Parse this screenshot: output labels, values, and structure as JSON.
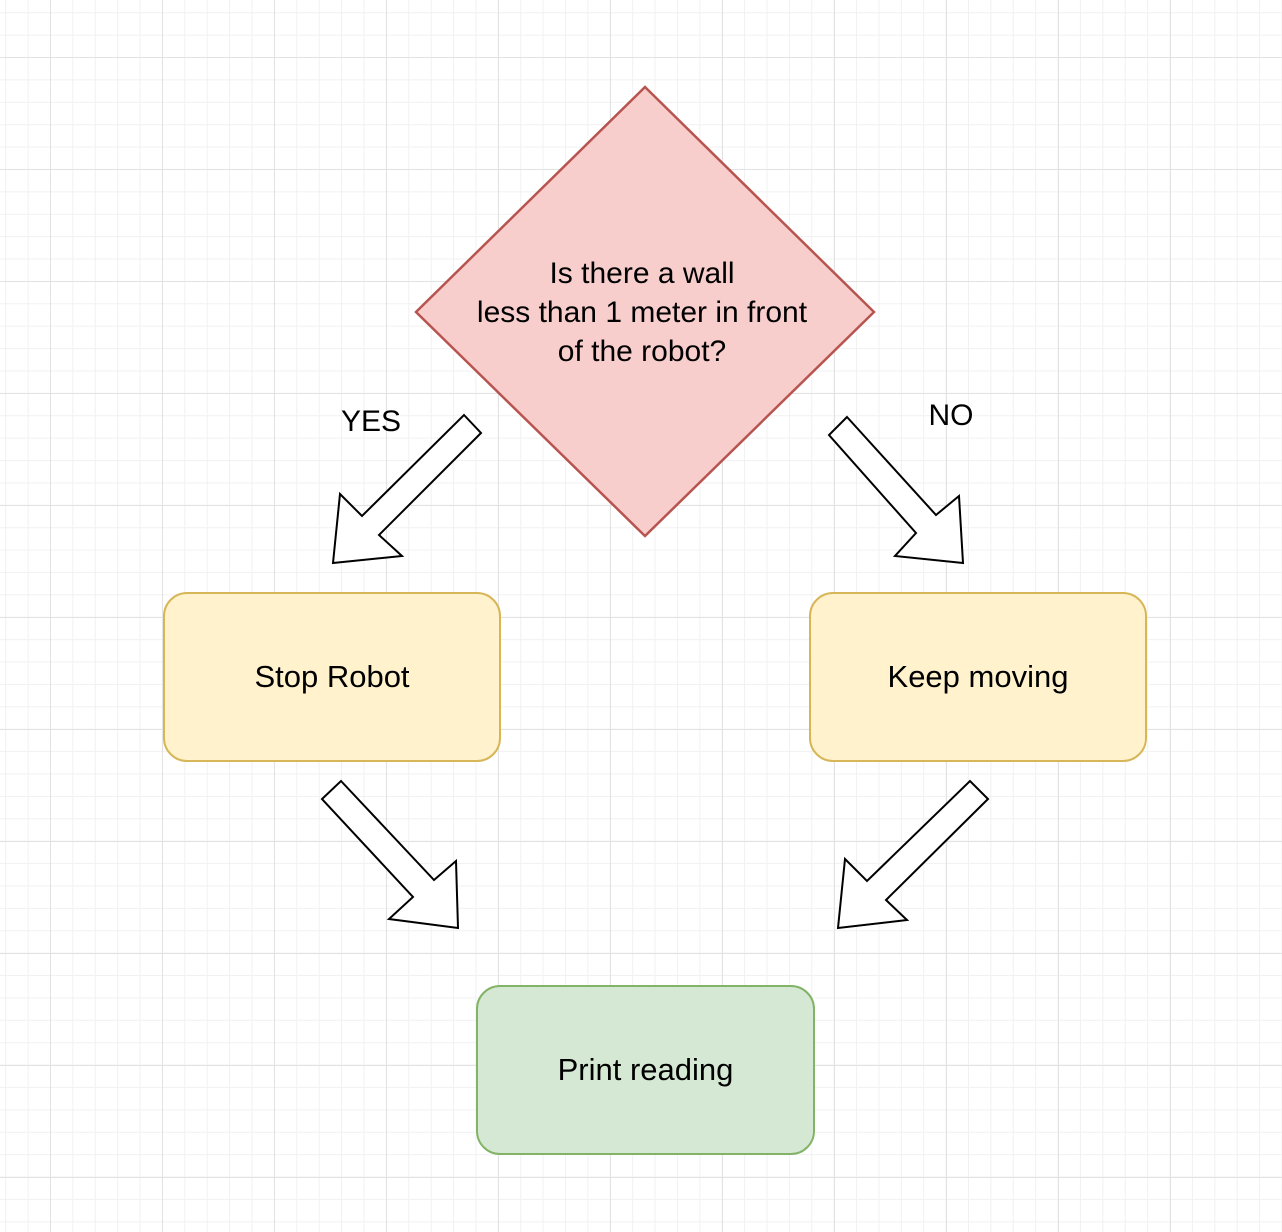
{
  "diagram": {
    "decision": {
      "line1": "Is there a wall",
      "line2": "less than 1 meter in front",
      "line3": "of the robot?",
      "fill": "#f8cecc",
      "stroke": "#b85450"
    },
    "edge_labels": {
      "yes": "YES",
      "no": "NO"
    },
    "nodes": {
      "stop": "Stop Robot",
      "keep": "Keep moving",
      "print": "Print reading"
    },
    "colors": {
      "process_fill": "#fff2cc",
      "process_stroke": "#d6b656",
      "terminal_fill": "#d5e8d4",
      "terminal_stroke": "#82b366",
      "arrow_fill": "#ffffff",
      "arrow_stroke": "#000000"
    }
  }
}
